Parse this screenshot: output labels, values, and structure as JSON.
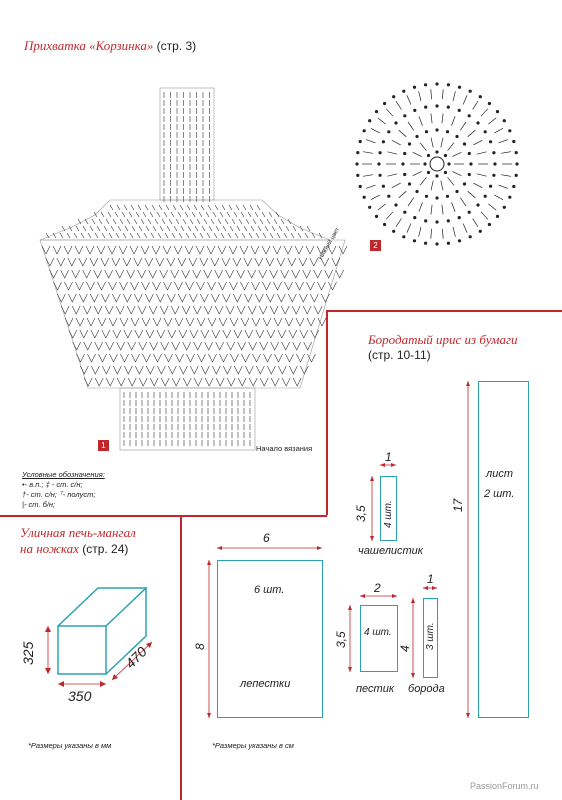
{
  "sections": {
    "potholder": {
      "title": "Прихватка «Корзинка»",
      "page_ref": "(стр. 3)",
      "badge1": "1",
      "badge2": "2",
      "start_label": "Начало вязания",
      "side_label": "Нижний цвет",
      "legend_title": "Условные обозначения:",
      "legend_lines": [
        "•- в.п.; ‡ - ст. с/н;",
        "†- ст. с/н; ⸆- полуст;",
        "|- ст. б/н;"
      ]
    },
    "iris": {
      "title": "Бородатый ирис из бумаги",
      "page_ref": "(стр. 10-11)",
      "sepal": {
        "w": "1",
        "h": "3,5",
        "qty": "4 шт.",
        "name": "чашелистик"
      },
      "pistil": {
        "w": "2",
        "h": "3,5",
        "qty": "4 шт.",
        "name": "пестик"
      },
      "beard": {
        "w": "1",
        "h": "4",
        "qty": "3 шт.",
        "name": "борода"
      },
      "leaf": {
        "h": "17",
        "name": "лист",
        "qty": "2 шт."
      },
      "petals": {
        "w": "6",
        "h": "8",
        "qty": "6 шт.",
        "name": "лепестки"
      },
      "note": "*Размеры указаны в см"
    },
    "stove": {
      "title": "Уличная печь-мангал",
      "title2": "на ножках",
      "page_ref": "(стр. 24)",
      "dim_h": "325",
      "dim_w": "350",
      "dim_d": "470",
      "note": "*Размеры указаны в мм"
    }
  },
  "watermark": "PassionForum.ru",
  "colors": {
    "accent": "#c0272d",
    "outline": "#2aa3b0",
    "dim": "#c0272d"
  }
}
